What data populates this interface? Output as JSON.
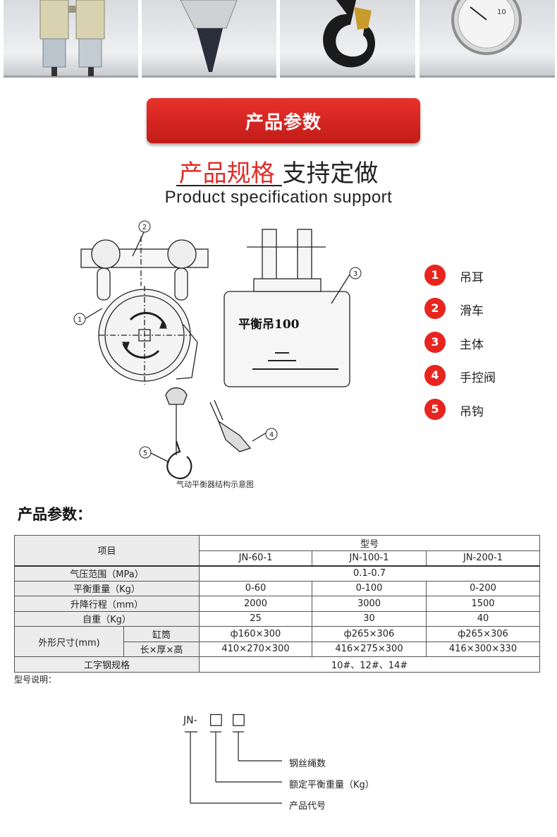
{
  "banner": {
    "title": "产品参数"
  },
  "headline": {
    "red": "产品规格",
    "dark": "支持定做",
    "sub": "Product specification support"
  },
  "photos": [
    {
      "name": "filter-regulator"
    },
    {
      "name": "fork-part"
    },
    {
      "name": "lifting-hook"
    },
    {
      "name": "pressure-gauge"
    }
  ],
  "diagram": {
    "body_label": "平衡吊100",
    "caption": "气动平衡器结构示意图",
    "callouts": [
      "1",
      "2",
      "3",
      "4",
      "5"
    ]
  },
  "legend": [
    {
      "num": "1",
      "label": "吊耳"
    },
    {
      "num": "2",
      "label": "滑车"
    },
    {
      "num": "3",
      "label": "主体"
    },
    {
      "num": "4",
      "label": "手控阀"
    },
    {
      "num": "5",
      "label": "吊钩"
    }
  ],
  "section_title": "产品参数：",
  "table": {
    "item_header": "项目",
    "model_header": "型号",
    "models": [
      "JN-60-1",
      "JN-100-1",
      "JN-200-1"
    ],
    "rows": {
      "pressure": {
        "label": "气压范围（MPa）",
        "value": "0.1-0.7"
      },
      "weight": {
        "label": "平衡重量（Kg）",
        "values": [
          "0-60",
          "0-100",
          "0-200"
        ]
      },
      "stroke": {
        "label": "升降行程（mm）",
        "values": [
          "2000",
          "3000",
          "1500"
        ]
      },
      "self_weight": {
        "label": "自重（Kg）",
        "values": [
          "25",
          "30",
          "40"
        ]
      },
      "dimension": {
        "label": "外形尺寸(mm)",
        "cylinder_label": "缸筒",
        "cylinder_values": [
          "ф160×300",
          "ф265×306",
          "ф265×306"
        ],
        "size_label": "长×厚×高",
        "size_values": [
          "410×270×300",
          "416×275×300",
          "416×300×330"
        ]
      },
      "beam": {
        "label": "工字钢规格",
        "value": "10#、12#、14#"
      }
    }
  },
  "model_note": "型号说明：",
  "model_code": {
    "prefix": "JN-",
    "box": "□",
    "labels": [
      "钢丝绳数",
      "额定平衡重量（Kg）",
      "产品代号"
    ]
  }
}
